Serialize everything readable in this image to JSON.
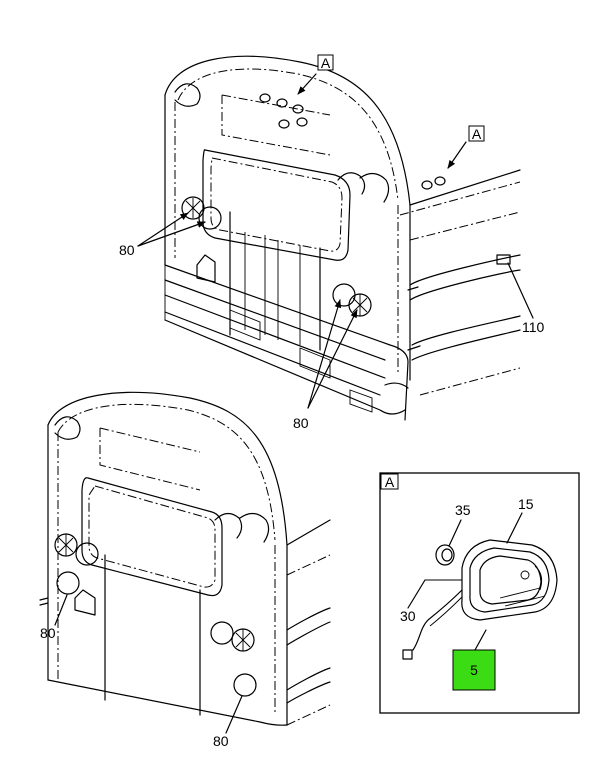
{
  "callouts": {
    "view_ref_1": "A",
    "view_ref_2": "A",
    "detail_view_tag": "A",
    "lamp_80_upper_left": "80",
    "lamp_80_upper_right": "80",
    "part_110": "110",
    "lamp_80_lower_left": "80",
    "lamp_80_lower_bottom": "80",
    "part_35": "35",
    "part_15": "15",
    "part_30": "30",
    "part_5": "5"
  },
  "colors": {
    "highlight": "#3cdc14",
    "line": "#000000"
  }
}
